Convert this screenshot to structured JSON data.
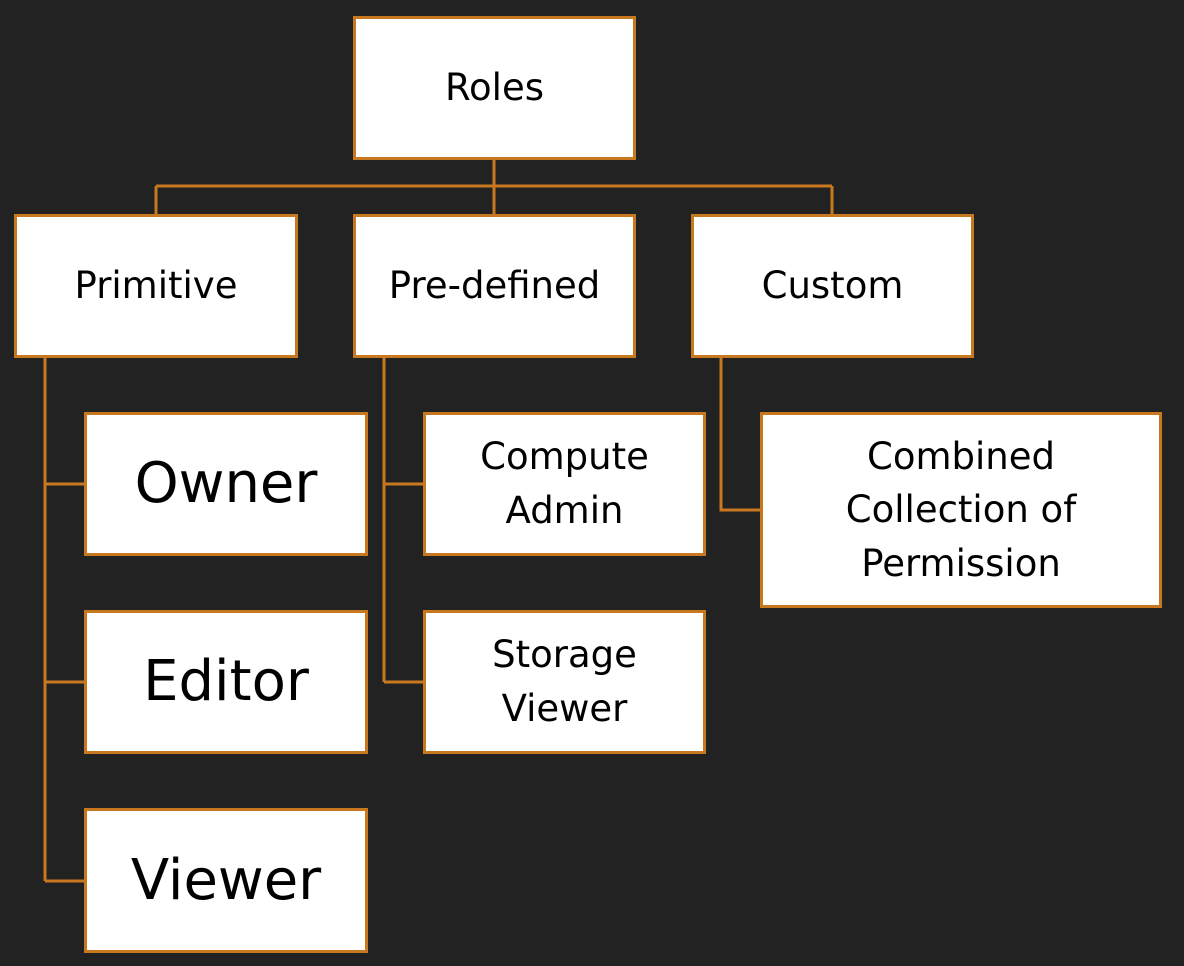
{
  "diagram": {
    "root": {
      "label": "Roles"
    },
    "categories": [
      {
        "label": "Primitive",
        "children": [
          "Owner",
          "Editor",
          "Viewer"
        ]
      },
      {
        "label": "Pre-defined",
        "children": [
          "Compute\nAdmin",
          "Storage\nViewer"
        ]
      },
      {
        "label": "Custom",
        "children": [
          "Combined\nCollection of\nPermission"
        ]
      }
    ]
  },
  "colors": {
    "background": "#222222",
    "box_fill": "#ffffff",
    "border_and_connector": "#c8781e",
    "text": "#000000"
  }
}
